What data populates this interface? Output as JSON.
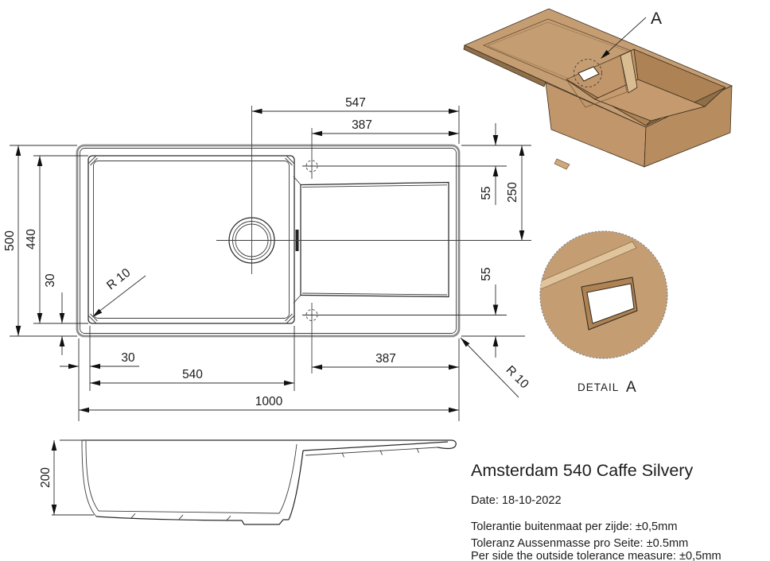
{
  "product": {
    "title": "Amsterdam 540 Caffe Silvery",
    "date": "Date: 18-10-2022"
  },
  "tolerances": [
    "Tolerantie buitenmaat per zijde: ±0,5mm",
    "Toleranz Aussenmasse pro Seite: ±0.5mm",
    "Per side the outside tolerance measure: ±0,5mm"
  ],
  "dims": {
    "top_outer": "547",
    "top_inner": "387",
    "left_overall": "500",
    "left_bowl": "440",
    "left_offset": "30",
    "right_top": "55",
    "right_half": "250",
    "right_bottom": "55",
    "bottom_offset": "30",
    "bottom_bowl": "540",
    "bottom_inner": "387",
    "bottom_overall": "1000",
    "side_depth": "200",
    "bowl_radius": "R 10",
    "corner_radius": "R 10"
  },
  "detail": {
    "label": "DETAIL",
    "letter": "A",
    "callout": "A"
  },
  "colors": {
    "body": "#c59d73",
    "body_mid": "#b78c5f",
    "body_dark": "#ad8254",
    "body_darker": "#8f6e4a",
    "wall": "#c1966b",
    "floor": "#c49a6e",
    "highlight": "#e0c49b",
    "ridge": "#d9bc92"
  }
}
